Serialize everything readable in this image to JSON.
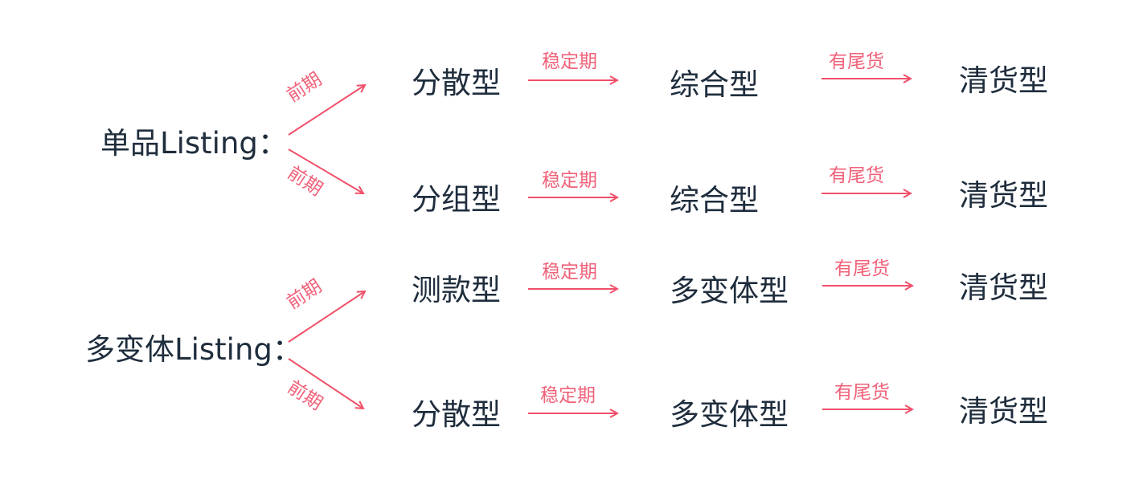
{
  "colors": {
    "text": "#1f2d3d",
    "arrow": "#f0506a",
    "arrow_label": "#f0627a",
    "background": "#ffffff"
  },
  "groups": [
    {
      "label": "单品Listing：",
      "branches": [
        {
          "edge_label": "前期",
          "nodes": [
            "分散型",
            "综合型",
            "清货型"
          ],
          "edges": [
            "稳定期",
            "有尾货"
          ]
        },
        {
          "edge_label": "前期",
          "nodes": [
            "分组型",
            "综合型",
            "清货型"
          ],
          "edges": [
            "稳定期",
            "有尾货"
          ]
        }
      ]
    },
    {
      "label": "多变体Listing：",
      "branches": [
        {
          "edge_label": "前期",
          "nodes": [
            "测款型",
            "多变体型",
            "清货型"
          ],
          "edges": [
            "稳定期",
            "有尾货"
          ]
        },
        {
          "edge_label": "前期",
          "nodes": [
            "分散型",
            "多变体型",
            "清货型"
          ],
          "edges": [
            "稳定期",
            "有尾货"
          ]
        }
      ]
    }
  ]
}
